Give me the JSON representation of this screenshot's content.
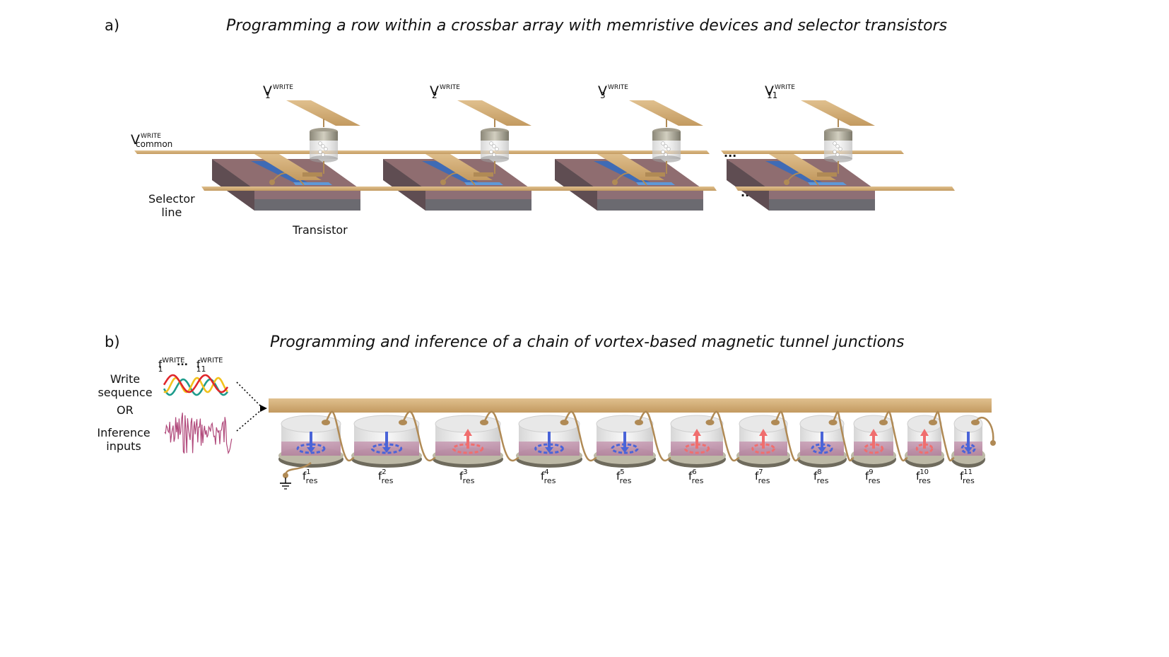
{
  "panel_a": {
    "letter": "a)",
    "title": "Programming a row within a crossbar array with memristive devices and selector transistors",
    "v_common": {
      "base": "V",
      "sup": "WRITE",
      "sub": "common"
    },
    "devices": [
      {
        "base": "V",
        "sup": "WRITE",
        "sub": "1"
      },
      {
        "base": "V",
        "sup": "WRITE",
        "sub": "2"
      },
      {
        "base": "V",
        "sup": "WRITE",
        "sub": "3"
      },
      {
        "base": "V",
        "sup": "WRITE",
        "sub": "11"
      }
    ],
    "selector_line": "Selector\nline",
    "transistor": "Transistor",
    "ellipsis": "..."
  },
  "panel_b": {
    "letter": "b)",
    "title": "Programming and inference of a chain of vortex-based magnetic tunnel junctions",
    "write_freq_first": {
      "base": "f",
      "sub": "1",
      "sup": "WRITE"
    },
    "write_freq_last": {
      "base": "f",
      "sub": "11",
      "sup": "WRITE"
    },
    "freq_ellipsis": "...",
    "write_sequence": "Write\nsequence",
    "or": "OR",
    "inference_inputs": "Inference\ninputs",
    "junctions": [
      {
        "sup": "1",
        "sub": "res",
        "state": "blue"
      },
      {
        "sup": "2",
        "sub": "res",
        "state": "blue"
      },
      {
        "sup": "3",
        "sub": "res",
        "state": "red"
      },
      {
        "sup": "4",
        "sub": "res",
        "state": "blue"
      },
      {
        "sup": "5",
        "sub": "res",
        "state": "blue"
      },
      {
        "sup": "6",
        "sub": "res",
        "state": "red"
      },
      {
        "sup": "7",
        "sub": "res",
        "state": "red"
      },
      {
        "sup": "8",
        "sub": "res",
        "state": "blue"
      },
      {
        "sup": "9",
        "sub": "res",
        "state": "red"
      },
      {
        "sup": "10",
        "sub": "res",
        "state": "red"
      },
      {
        "sup": "11",
        "sub": "res",
        "state": "blue"
      }
    ]
  },
  "colors": {
    "gold": "#d3b07c",
    "gold_dark": "#b08a55",
    "transistor_top": "#8f6d70",
    "transistor_side": "#6d6a6d",
    "blue_state": "#4a64d8",
    "red_state": "#f06e6e",
    "wave_red": "#e0262b",
    "wave_yellow": "#f2c21d",
    "wave_teal": "#1e9c8c",
    "noise": "#b0487a"
  }
}
